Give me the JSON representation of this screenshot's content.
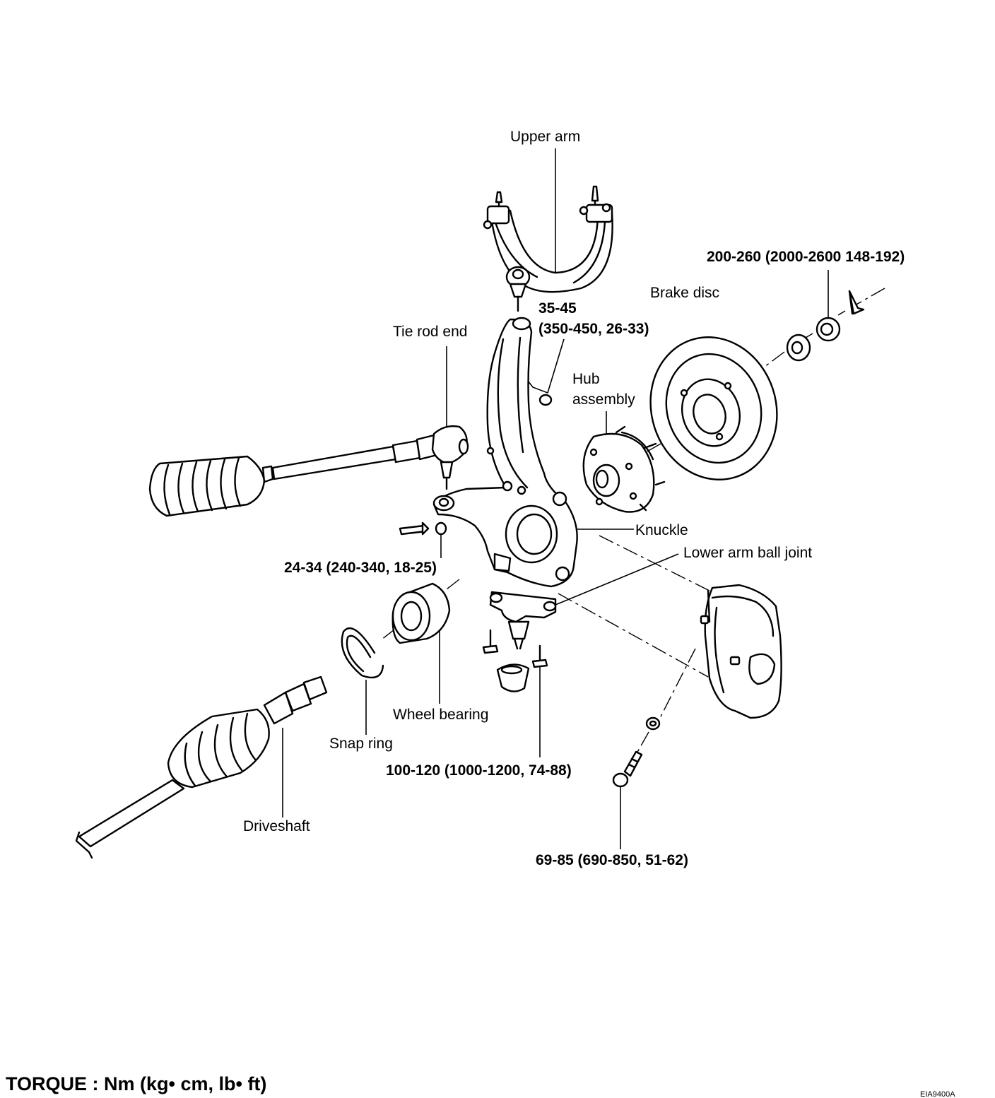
{
  "labels": {
    "upper_arm": "Upper arm",
    "tie_rod_end": "Tie rod end",
    "brake_disc": "Brake disc",
    "hub_line1": "Hub",
    "hub_line2": "assembly",
    "knuckle": "Knuckle",
    "lower_arm_ball_joint": "Lower arm ball joint",
    "wheel_bearing": "Wheel bearing",
    "snap_ring": "Snap ring",
    "driveshaft": "Driveshaft"
  },
  "torques": {
    "hub_nut": "200-260 (2000-2600 148-192)",
    "upper_ball_joint_line1": "35-45",
    "upper_ball_joint_line2": "(350-450, 26-33)",
    "tie_rod_nut": "24-34 (240-340, 18-25)",
    "lower_arm_bolts": "100-120 (1000-1200, 74-88)",
    "caliper_bolt": "69-85 (690-850, 51-62)"
  },
  "footer": {
    "torque_units": "TORQUE : Nm (kg• cm, lb• ft)",
    "figure_code": "EIA9400A"
  }
}
